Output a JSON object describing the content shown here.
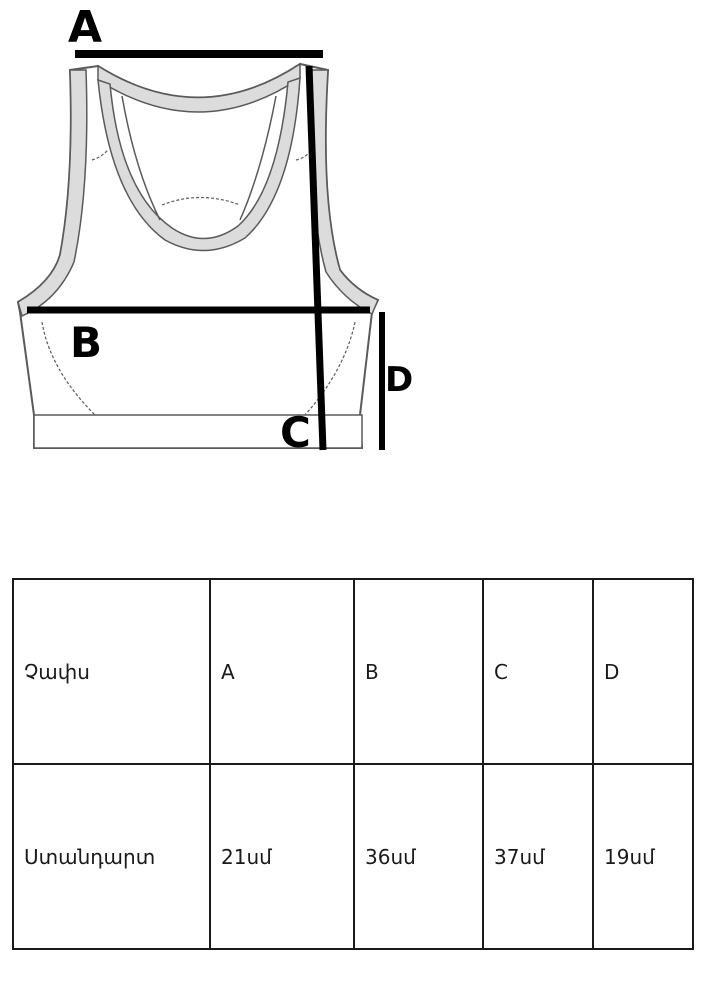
{
  "diagram": {
    "labels": {
      "a": "A",
      "b": "B",
      "c": "C",
      "d": "D"
    }
  },
  "size_table": {
    "header": [
      "Չափս",
      "A",
      "B",
      "C",
      "D"
    ],
    "rows": [
      [
        "Ստանդարտ",
        "21սմ",
        "36սմ",
        "37սմ",
        "19սմ"
      ]
    ]
  }
}
